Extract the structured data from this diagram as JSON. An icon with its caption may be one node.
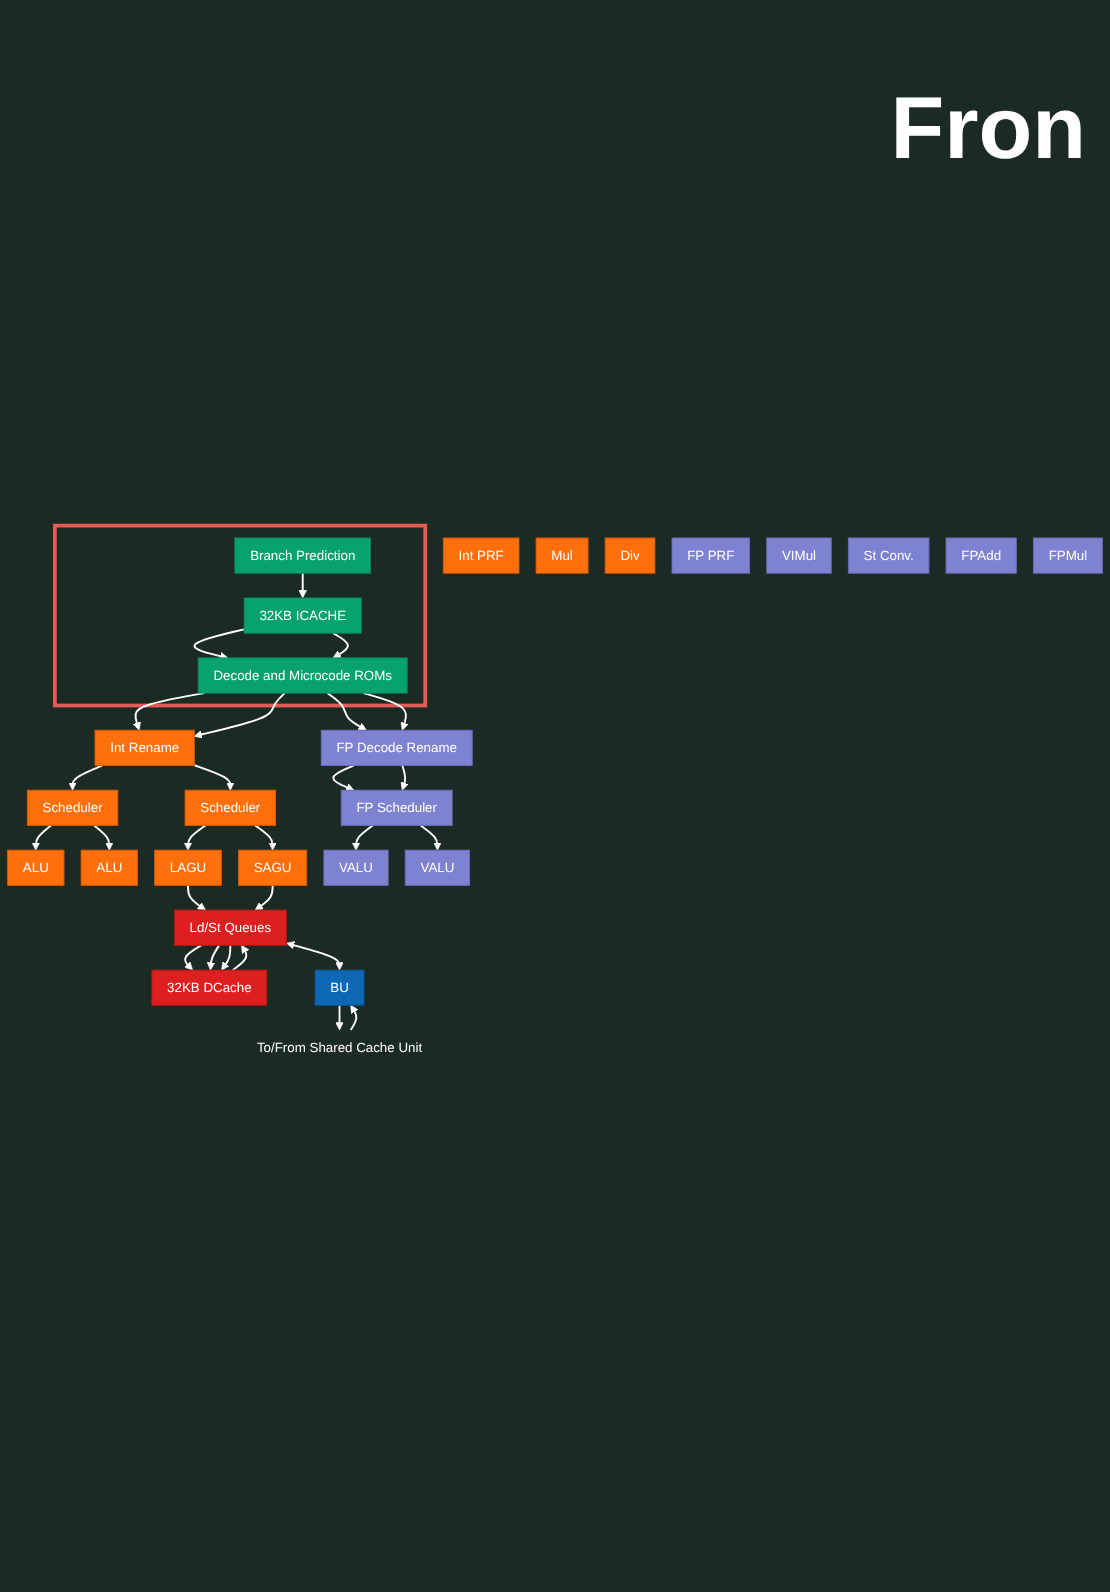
{
  "diagram": {
    "title": "Fron",
    "nodes": [
      {
        "text": [],
        "shape": "box"
      },
      {
        "text": [
          "32KB ICACHE"
        ],
        "in": 0
      },
      {
        "text": [
          "Branch Prediction"
        ],
        "in": 0
      },
      {
        "text": [
          "Decode and Microcode ROMs"
        ],
        "in": 0
      },
      {
        "text": [
          "Int Rename"
        ]
      },
      {
        "text": [
          "FP Decode Rename"
        ]
      },
      {
        "text": [
          "Scheduler"
        ]
      },
      {
        "text": [
          "Scheduler"
        ]
      },
      {
        "text": [
          "Int PRF"
        ]
      },
      {
        "text": [
          "ALU"
        ]
      },
      {
        "text": [
          "ALU"
        ]
      },
      {
        "text": [
          "LAGU"
        ]
      },
      {
        "text": [
          "SAGU"
        ]
      },
      {
        "text": [
          "Mul"
        ]
      },
      {
        "text": [
          "Div"
        ]
      },
      {
        "text": [
          "FP Scheduler"
        ]
      },
      {
        "text": [
          "FP PRF"
        ]
      },
      {
        "text": [
          "VALU"
        ]
      },
      {
        "text": [
          "VALU"
        ]
      },
      {
        "text": [
          "VIMul"
        ]
      },
      {
        "text": [
          "St Conv."
        ]
      },
      {
        "text": [
          "FPAdd"
        ]
      },
      {
        "text": [
          "FPMul"
        ]
      },
      {
        "text": [
          "32KB DCache"
        ]
      },
      {
        "text": [
          "Ld/St Queues"
        ]
      },
      {
        "text": [
          "BU"
        ]
      },
      {
        "text": [
          "To/From Shared Cache Unit"
        ]
      }
    ],
    "edges": [
      {
        "from": 2,
        "to": 1,
        "arrow": "to"
      },
      {
        "from": 1,
        "to": 3,
        "arrow": "to"
      },
      {
        "from": 1,
        "to": 3,
        "arrow": "to"
      },
      {
        "from": 3,
        "to": 4,
        "arrow": "to"
      },
      {
        "from": 3,
        "to": 4,
        "arrow": "to"
      },
      {
        "from": 3,
        "to": 5,
        "arrow": "to"
      },
      {
        "from": 3,
        "to": 5,
        "arrow": "to"
      },
      {
        "from": 4,
        "to": 6,
        "arrow": "to"
      },
      {
        "from": 4,
        "to": 7,
        "arrow": "to"
      },
      {
        "from": 6,
        "to": 9,
        "arrow": "to"
      },
      {
        "from": 6,
        "to": 10,
        "arrow": "to"
      },
      {
        "from": 7,
        "to": 11,
        "arrow": "to"
      },
      {
        "from": 7,
        "to": 12,
        "arrow": "to"
      },
      {
        "from": 5,
        "to": 15,
        "arrow": "to"
      },
      {
        "from": 5,
        "to": 15,
        "arrow": "to"
      },
      {
        "from": 15,
        "to": 17,
        "arrow": "to"
      },
      {
        "from": 15,
        "to": 18,
        "arrow": "to"
      },
      {
        "from": 11,
        "to": 24,
        "arrow": "to"
      },
      {
        "from": 12,
        "to": 24,
        "arrow": "to"
      },
      {
        "from": 24,
        "to": 23,
        "arrow": "to"
      },
      {
        "from": 24,
        "to": 23,
        "arrow": "to"
      },
      {
        "from": 23,
        "to": 24,
        "arrow": "to"
      },
      {
        "from": 24,
        "to": 23,
        "arrow": "to"
      },
      {
        "from": 24,
        "to": 25,
        "arrow": "both"
      },
      {
        "from": 25,
        "to": 26,
        "arrow": "to"
      },
      {
        "from": 26,
        "to": 25,
        "arrow": "to"
      }
    ]
  }
}
